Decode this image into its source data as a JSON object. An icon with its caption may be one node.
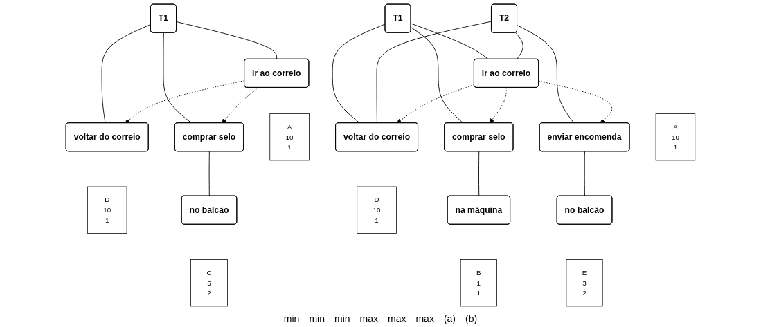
{
  "diagram": {
    "nodes": [
      {
        "text": [
          "T1"
        ]
      },
      {
        "text": [
          "ir ao correio"
        ]
      },
      {
        "text": [
          "comprar selo"
        ]
      },
      {
        "text": [
          "voltar do correio"
        ]
      },
      {
        "text": [
          "A",
          "10",
          "1"
        ]
      },
      {
        "text": [
          "D",
          "10",
          "1"
        ]
      },
      {
        "text": [
          "no balcão"
        ]
      },
      {
        "text": [
          "C",
          "5",
          "2"
        ]
      },
      {
        "text": [
          "T1"
        ]
      },
      {
        "text": [
          "T2"
        ]
      },
      {
        "text": [
          "ir ao correio"
        ]
      },
      {
        "text": [
          "comprar selo"
        ]
      },
      {
        "text": [
          "enviar encomenda"
        ]
      },
      {
        "text": [
          "voltar do correio"
        ]
      },
      {
        "text": [
          "A",
          "10",
          "1"
        ]
      },
      {
        "text": [
          "D",
          "10",
          "1"
        ]
      },
      {
        "text": [
          "na máquina"
        ]
      },
      {
        "text": [
          "no balcão"
        ]
      },
      {
        "text": [
          "B",
          "1",
          "1"
        ]
      },
      {
        "text": [
          "E",
          "3",
          "2"
        ]
      }
    ],
    "edges": [
      {
        "from": 0,
        "to": 1,
        "arrow": "none"
      },
      {
        "from": 0,
        "to": 2,
        "arrow": "none"
      },
      {
        "from": 0,
        "to": 3,
        "arrow": "none"
      },
      {
        "from": 1,
        "to": 2,
        "arrow": "to",
        "style": "dashed"
      },
      {
        "from": 1,
        "to": 3,
        "arrow": "to",
        "style": "dashed"
      },
      {
        "from": 2,
        "to": 6,
        "arrow": "none"
      },
      {
        "from": 8,
        "to": 10,
        "arrow": "none"
      },
      {
        "from": 8,
        "to": 11,
        "arrow": "none"
      },
      {
        "from": 8,
        "to": 13,
        "arrow": "none"
      },
      {
        "from": 9,
        "to": 10,
        "arrow": "none"
      },
      {
        "from": 9,
        "to": 12,
        "arrow": "none"
      },
      {
        "from": 9,
        "to": 13,
        "arrow": "none"
      },
      {
        "from": 10,
        "to": 11,
        "arrow": "to",
        "style": "dashed"
      },
      {
        "from": 10,
        "to": 12,
        "arrow": "to",
        "style": "dashed"
      },
      {
        "from": 10,
        "to": 13,
        "arrow": "to",
        "style": "dashed"
      },
      {
        "from": 11,
        "to": 16,
        "arrow": "none"
      },
      {
        "from": 12,
        "to": 17,
        "arrow": "none"
      }
    ],
    "labels": [
      "min",
      "min",
      "min",
      "max",
      "max",
      "max",
      "(a)",
      "(b)"
    ]
  }
}
